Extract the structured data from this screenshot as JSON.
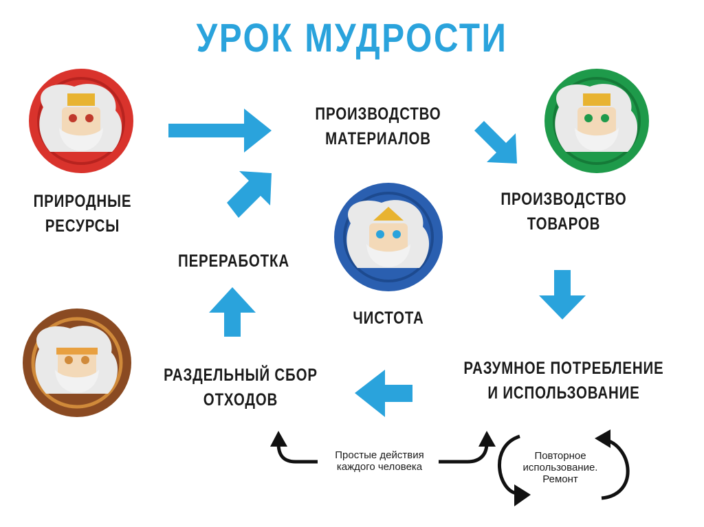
{
  "title": "УРОК МУДРОСТИ",
  "labels": {
    "natural_resources": [
      "ПРИРОДНЫЕ",
      "РЕСУРСЫ"
    ],
    "materials": [
      "ПРОИЗВОДСТВО",
      "МАТЕРИАЛОВ"
    ],
    "goods": [
      "ПРОИЗВОДСТВО",
      "ТОВАРОВ"
    ],
    "consumption": [
      "РАЗУМНОЕ ПОТРЕБЛЕНИЕ",
      "И ИСПОЛЬЗОВАНИЕ"
    ],
    "separate_collection": [
      "РАЗДЕЛЬНЫЙ СБОР",
      "ОТХОДОВ"
    ],
    "recycling": "ПЕРЕРАБОТКА",
    "cleanliness": "ЧИСТОТА"
  },
  "notes": {
    "simple_actions": [
      "Простые действия",
      "каждого человека"
    ],
    "reuse": [
      "Повторное",
      "использование.",
      "Ремонт"
    ]
  },
  "colors": {
    "accent": "#2aa3dc",
    "red": "#d9332c",
    "green": "#1e9a4a",
    "blue": "#2a5fb0",
    "brown": "#8a4a22"
  }
}
